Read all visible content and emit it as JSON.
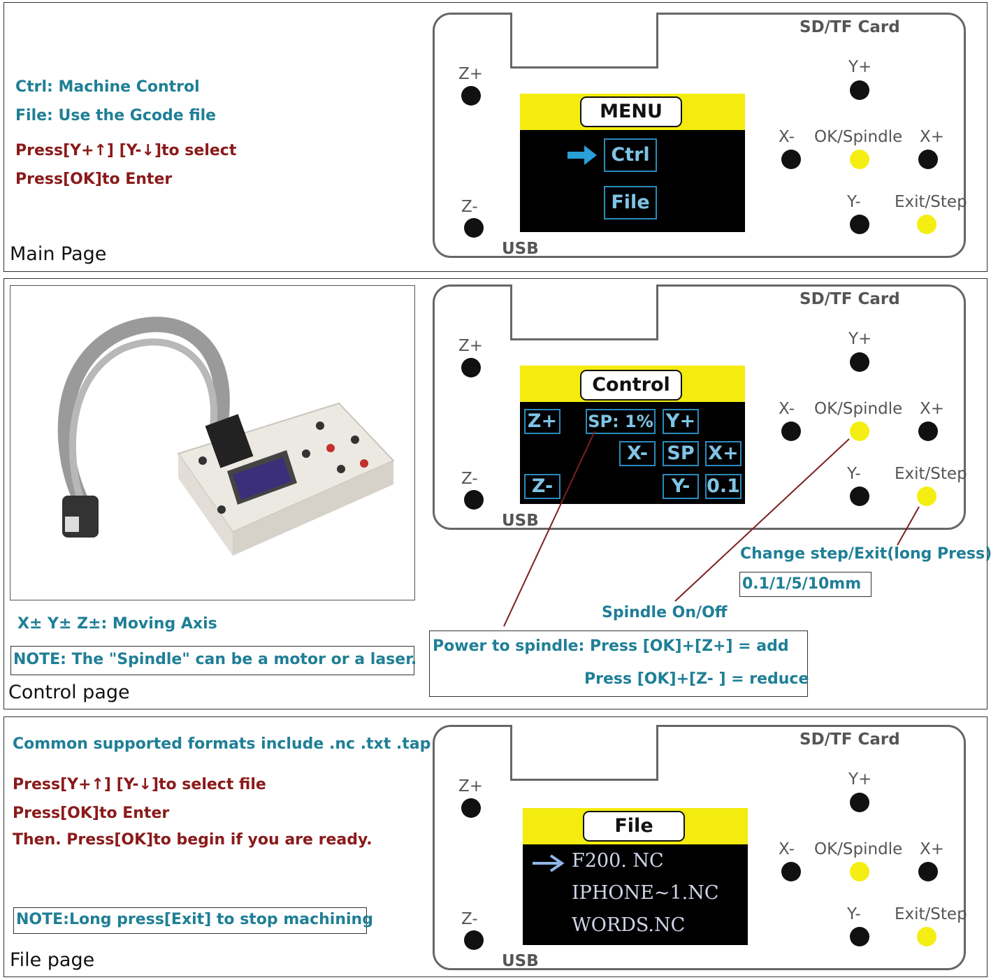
{
  "device_labels": {
    "sd_card": "SD/TF Card",
    "z_plus": "Z+",
    "z_minus": "Z-",
    "y_plus": "Y+",
    "y_minus": "Y-",
    "x_minus": "X-",
    "x_plus": "X+",
    "ok_spindle": "OK/Spindle",
    "exit_step": "Exit/Step",
    "usb": "USB"
  },
  "colors": {
    "teal": "#1f7f96",
    "maroon": "#8a1a1a",
    "screen_yellow": "#f3ec0e",
    "button_yellow": "#f4ee13",
    "screen_blue": "#2a8bbd"
  },
  "main_page": {
    "label": "Main Page",
    "line1": "Ctrl: Machine Control",
    "line2": "File: Use the Gcode file",
    "line3": "Press[Y+↑] [Y-↓]to select",
    "line4": "Press[OK]to Enter",
    "screen_title": "MENU",
    "item_ctrl": "Ctrl",
    "item_file": "File"
  },
  "control_page": {
    "label": "Control page",
    "moving_axis": "X± Y± Z±: Moving Axis",
    "note": "NOTE: The \"Spindle\" can be a motor or a laser.",
    "screen_title": "Control",
    "key_zplus": "Z+",
    "key_sp_percent": "SP: 1%",
    "key_yplus": "Y+",
    "key_xminus": "X-",
    "key_sp": "SP",
    "key_xplus": "X+",
    "key_zminus": "Z-",
    "key_yminus": "Y-",
    "key_step": "0.1",
    "change_step": "Change step/Exit(long Press)",
    "step_values": "0.1/1/5/10mm",
    "spindle_onoff": "Spindle On/Off",
    "power_line1": "Power to spindle: Press [OK]+[Z+] = add",
    "power_line2": "Press [OK]+[Z- ] = reduce"
  },
  "file_page": {
    "label": "File page",
    "formats": "Common supported formats include .nc .txt .tap",
    "line1": "Press[Y+↑] [Y-↓]to select file",
    "line2": "Press[OK]to Enter",
    "line3": "Then. Press[OK]to begin if you are ready.",
    "note": "NOTE:Long press[Exit] to stop machining",
    "screen_title": "File",
    "files": [
      "F200. NC",
      "IPHONE~1.NC",
      "WORDS.NC"
    ]
  }
}
